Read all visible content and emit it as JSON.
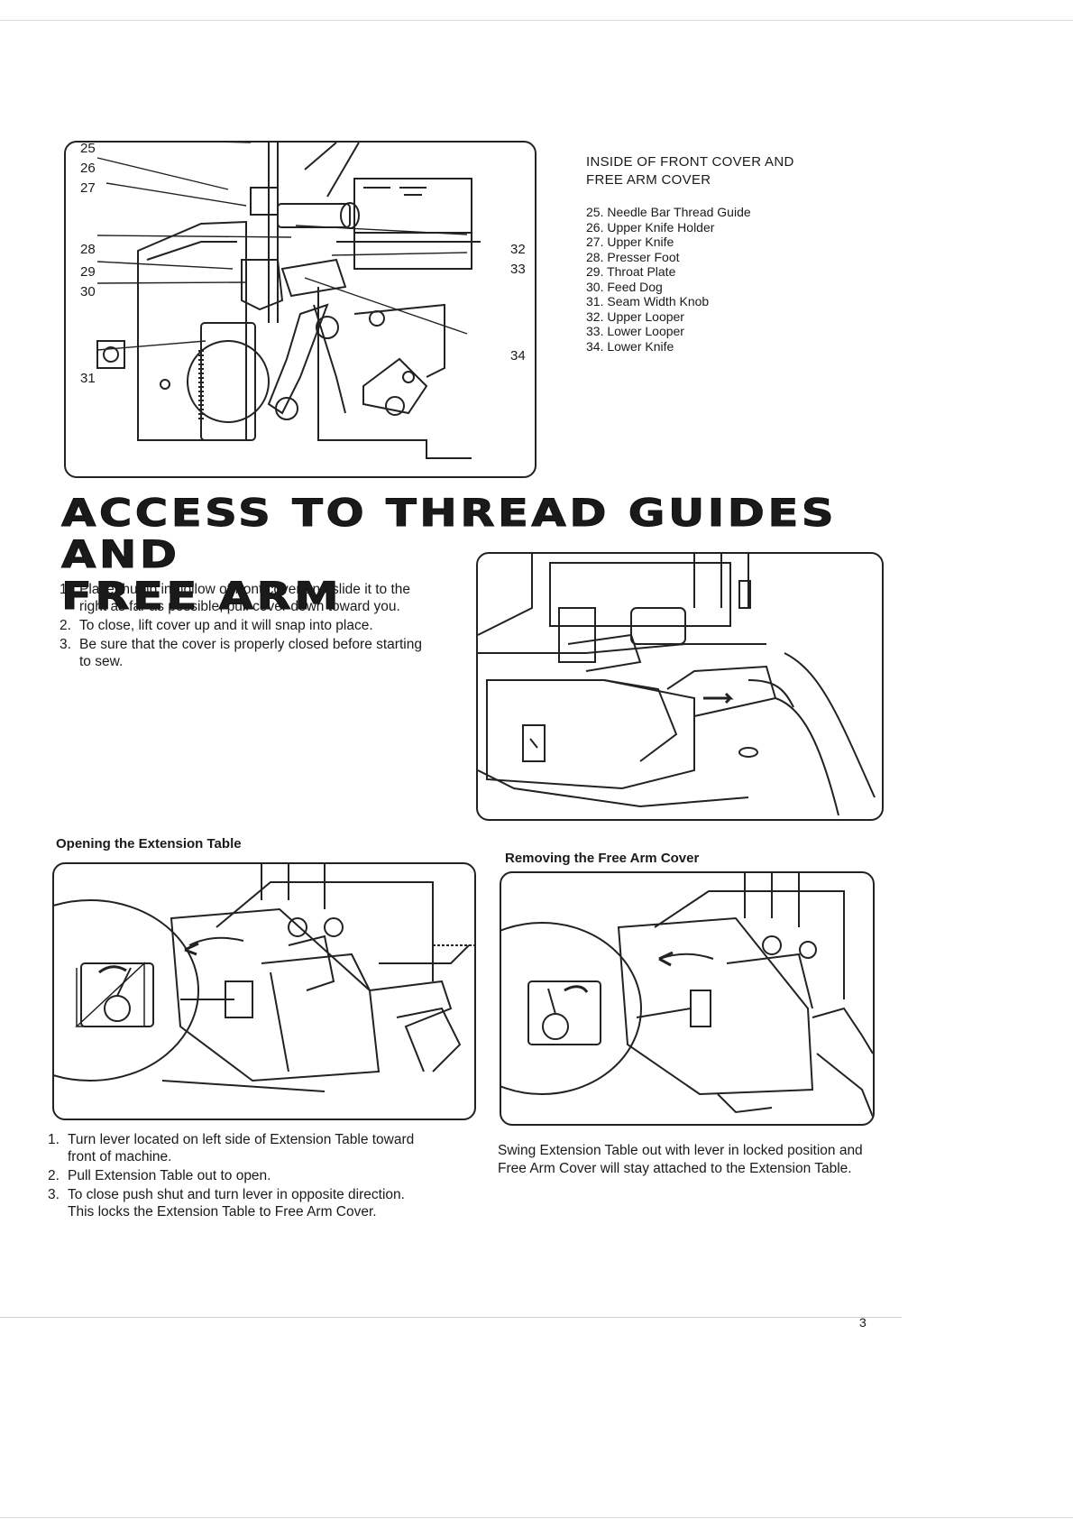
{
  "front_cover_figure": {
    "title_line1": "INSIDE OF FRONT COVER AND",
    "title_line2": "FREE ARM COVER",
    "callouts": [
      "25",
      "26",
      "27",
      "28",
      "29",
      "30",
      "31",
      "32",
      "33",
      "34"
    ],
    "parts": [
      "25. Needle Bar Thread Guide",
      "26. Upper Knife Holder",
      "27. Upper Knife",
      "28. Presser Foot",
      "29. Throat Plate",
      "30. Feed Dog",
      "31. Seam Width Knob",
      "32. Upper Looper",
      "33. Lower Looper",
      "34. Lower Knife"
    ]
  },
  "section": {
    "heading_line1": "ACCESS TO THREAD GUIDES AND",
    "heading_line2": "FREE ARM",
    "steps": [
      {
        "num": "1.",
        "text": "Place thumb in hollow of front cover and slide it to the right as far as possible; pull cover down toward you."
      },
      {
        "num": "2.",
        "text": "To close, lift cover up and it will snap into place."
      },
      {
        "num": "3.",
        "text": "Be sure that the cover is properly closed before starting to sew."
      }
    ]
  },
  "extension_table": {
    "caption": "Opening the Extension Table",
    "steps": [
      {
        "num": "1.",
        "text": "Turn lever located on left side of Extension Table toward front of machine."
      },
      {
        "num": "2.",
        "text": "Pull Extension Table out to open."
      },
      {
        "num": "3.",
        "text": "To close push shut and turn lever in opposite direction. This locks the Extension Table to Free Arm Cover."
      }
    ]
  },
  "free_arm_cover": {
    "caption": "Removing the Free Arm Cover",
    "text": "Swing Extension Table out with lever in locked position and Free Arm Cover will stay attached to the Extension Table."
  },
  "page_number": "3"
}
